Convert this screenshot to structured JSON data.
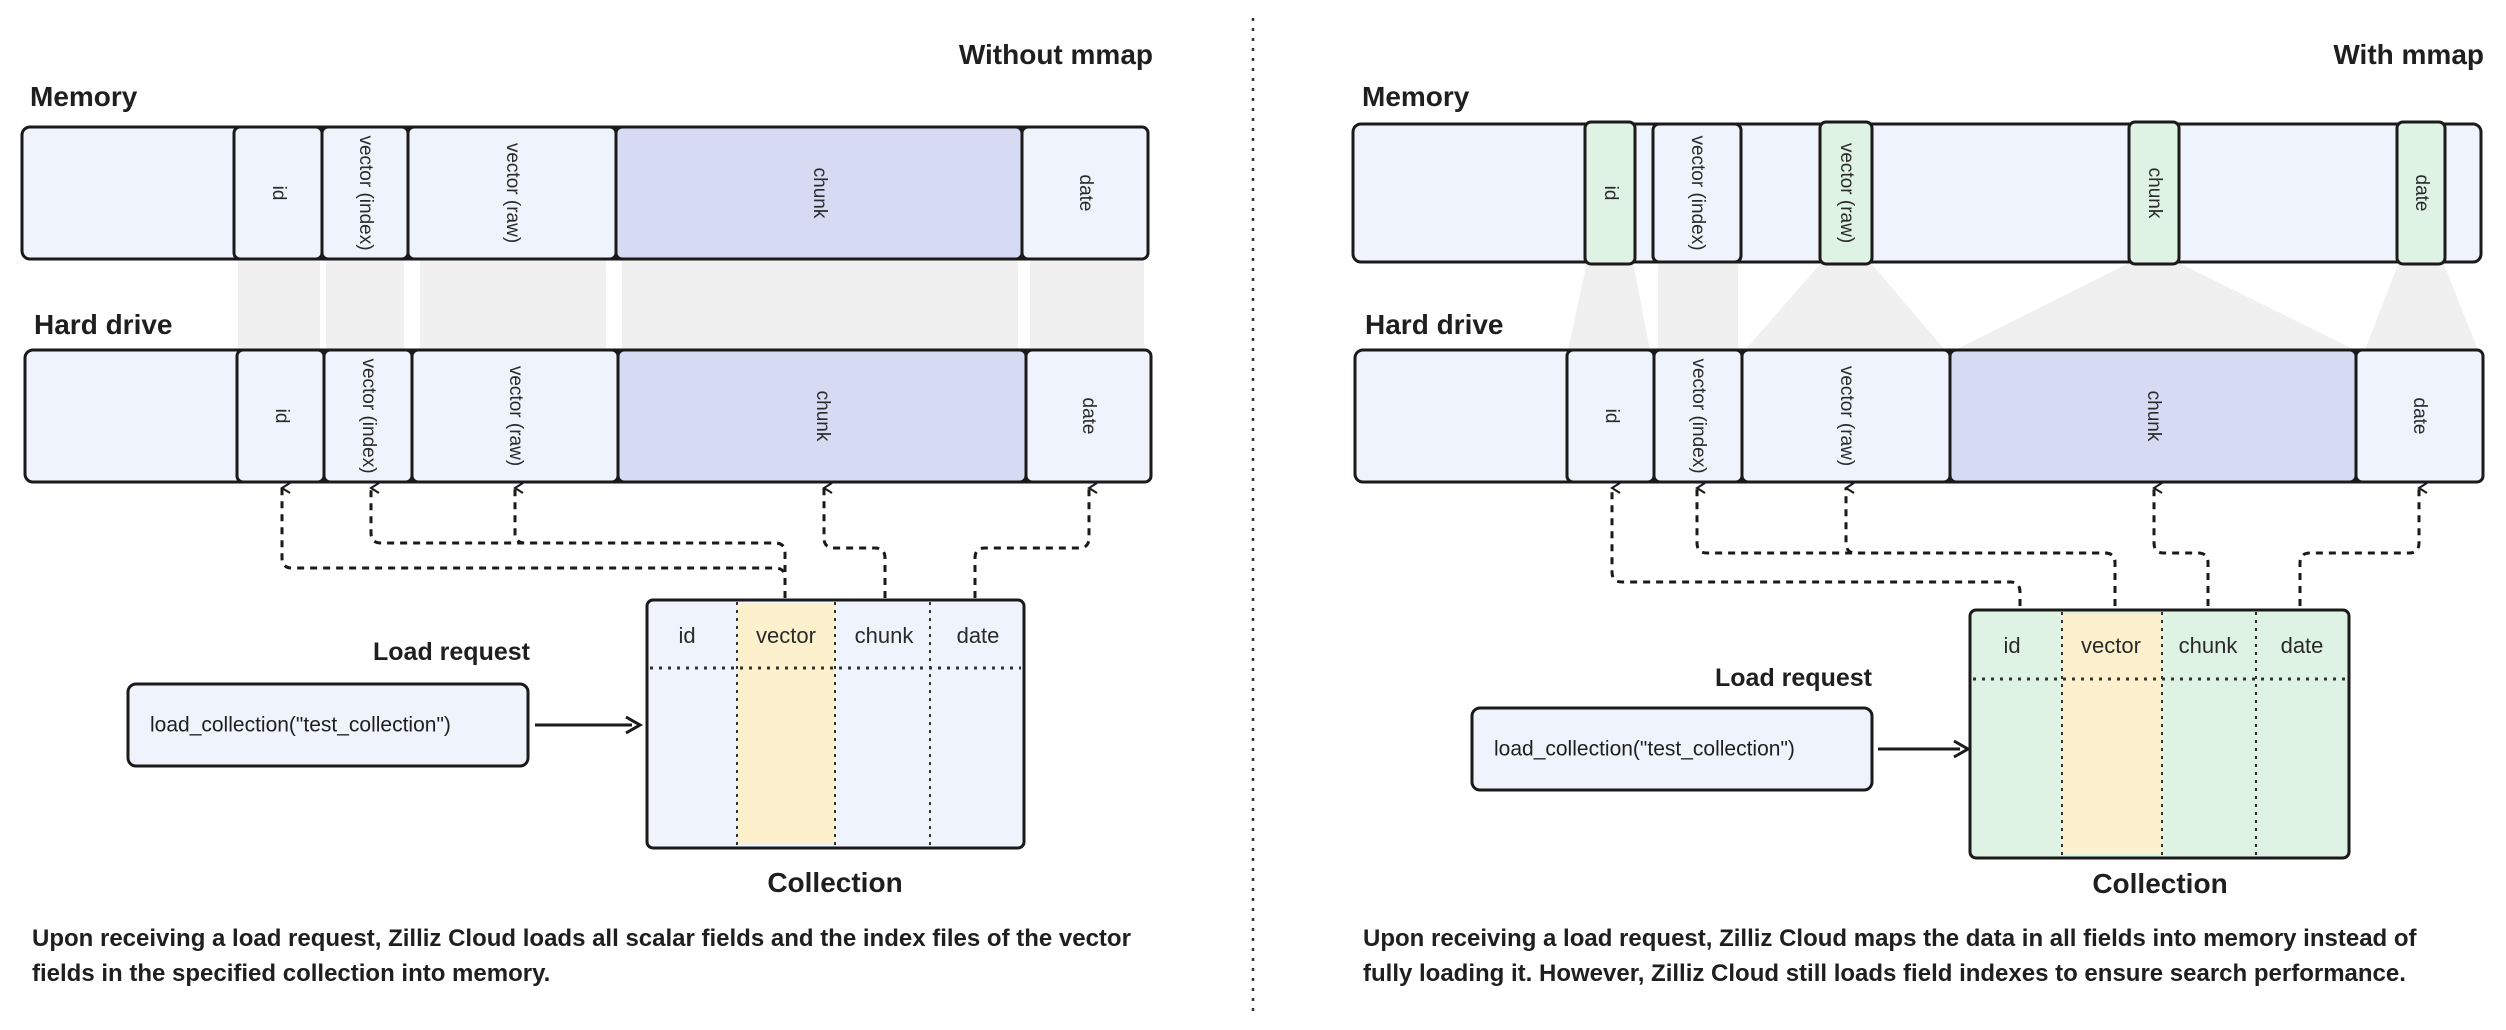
{
  "left": {
    "mode_title": "Without mmap",
    "memory_label": "Memory",
    "disk_label": "Hard drive",
    "memory_segments": [
      "id",
      "vector (index)",
      "vector (raw)",
      "chunk",
      "date"
    ],
    "disk_segments": [
      "id",
      "vector (index)",
      "vector (raw)",
      "chunk",
      "date"
    ],
    "load_request_label": "Load request",
    "load_request_code": "load_collection(\"test_collection\")",
    "collection_columns": [
      "id",
      "vector",
      "chunk",
      "date"
    ],
    "collection_label": "Collection",
    "caption_line1": "Upon receiving a load request, Zilliz Cloud loads all scalar fields and the index files of the vector",
    "caption_line2": "fields in the specified collection into memory."
  },
  "right": {
    "mode_title": "With mmap",
    "memory_label": "Memory",
    "disk_label": "Hard drive",
    "memory_segments": [
      "id",
      "vector (index)",
      "vector (raw)",
      "chunk",
      "date"
    ],
    "disk_segments": [
      "id",
      "vector (index)",
      "vector (raw)",
      "chunk",
      "date"
    ],
    "load_request_label": "Load request",
    "load_request_code": "load_collection(\"test_collection\")",
    "collection_columns": [
      "id",
      "vector",
      "chunk",
      "date"
    ],
    "collection_label": "Collection",
    "caption_line1": "Upon receiving a load request, Zilliz Cloud maps the data in all fields into memory instead of",
    "caption_line2": "fully loading it. However, Zilliz Cloud still loads field indexes to ensure search performance."
  },
  "colors": {
    "block_fill": "#eef3fc",
    "chunk_fill": "#d6dbf3",
    "mapped_fill": "#dff3e4",
    "vector_column_fill": "#fdf1cd",
    "connector_band": "#f0f0f0",
    "stroke": "#1a1a1a"
  }
}
